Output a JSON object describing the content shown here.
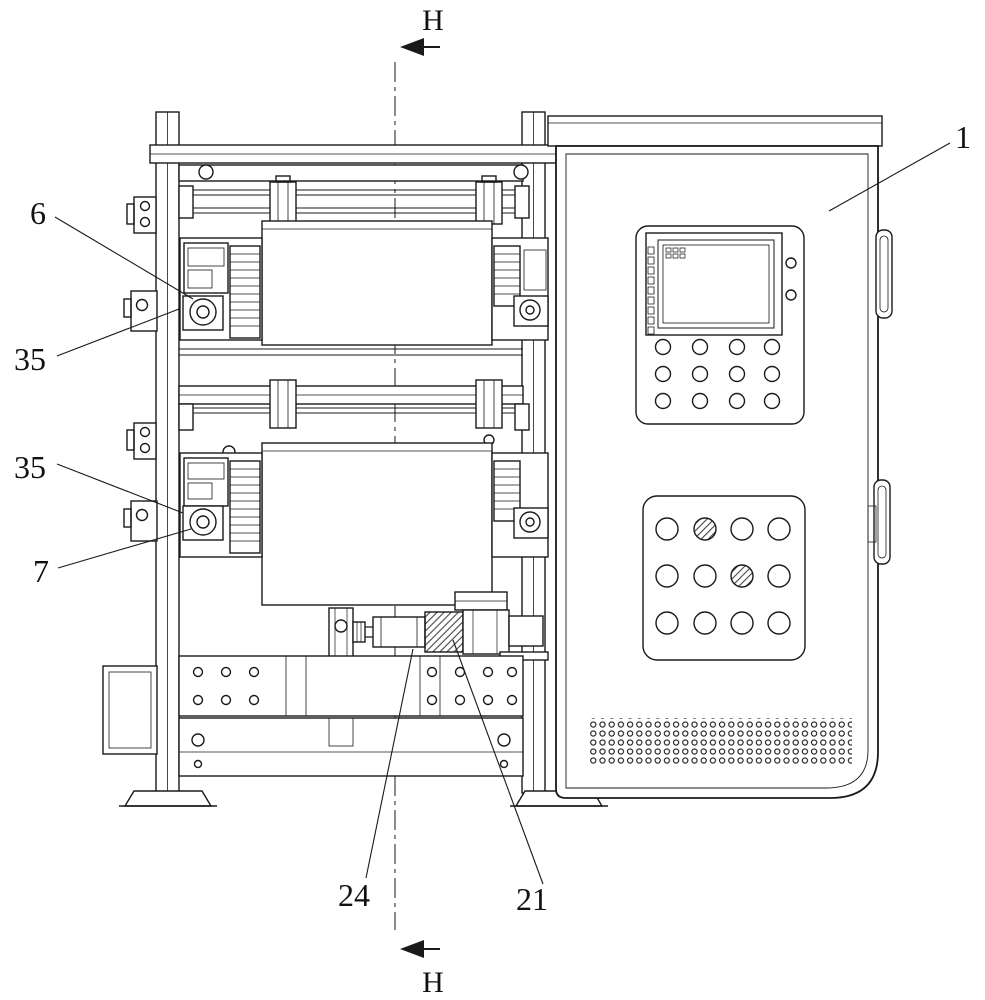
{
  "figure": {
    "kind": "patent-style sectional machine drawing",
    "section_marks": {
      "top": "H",
      "bottom": "H"
    },
    "callouts": [
      {
        "id": "control-cabinet",
        "label": "1"
      },
      {
        "id": "upper-left-mechanism",
        "label": "6"
      },
      {
        "id": "upper-bearing",
        "label": "35"
      },
      {
        "id": "lower-bearing",
        "label": "35"
      },
      {
        "id": "lower-left-mechanism",
        "label": "7"
      },
      {
        "id": "push-rod",
        "label": "24"
      },
      {
        "id": "cylinder-block",
        "label": "21"
      }
    ],
    "colors": {
      "line": "#1a1a1a",
      "background": "#ffffff"
    }
  }
}
